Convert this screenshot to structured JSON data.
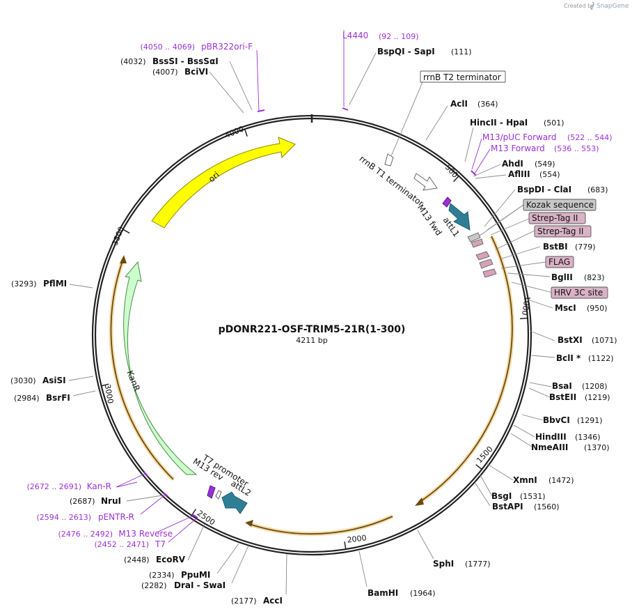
{
  "credit": {
    "text": "Created by",
    "brand": "SnapGene"
  },
  "plasmid": {
    "name": "pDONR221-OSF-TRIM5-21R(1-300)",
    "size_label": "4211 bp",
    "length": 4211
  },
  "colors": {
    "primer": "#9b30d9",
    "ori": "#ffff00",
    "kanr": "#ccffcc",
    "att": "#2e7f96",
    "tag": "#d4a3b8",
    "orf": "#e6a640",
    "gray_tag": "#c8c8c8"
  },
  "ticks": [
    "500",
    "1000",
    "1500",
    "2000",
    "2500",
    "3000",
    "3500",
    "4000"
  ],
  "sites": [
    {
      "name": "BspQI  -  SapI",
      "pos": "(111)"
    },
    {
      "name": "AclI",
      "pos": "(364)"
    },
    {
      "name": "HincII  -  HpaI",
      "pos": "(501)"
    },
    {
      "name": "AhdI",
      "pos": "(549)"
    },
    {
      "name": "AflIII",
      "pos": "(554)"
    },
    {
      "name": "BspDI  -  ClaI",
      "pos": "(683)"
    },
    {
      "name": "BstBI",
      "pos": "(779)"
    },
    {
      "name": "BglII",
      "pos": "(823)"
    },
    {
      "name": "MscI",
      "pos": "(950)"
    },
    {
      "name": "BstXI",
      "pos": "(1071)"
    },
    {
      "name": "BclI *",
      "pos": "(1122)"
    },
    {
      "name": "BsaI",
      "pos": "(1208)"
    },
    {
      "name": "BstEII",
      "pos": "(1219)"
    },
    {
      "name": "BbvCI",
      "pos": "(1291)"
    },
    {
      "name": "HindIII",
      "pos": "(1346)"
    },
    {
      "name": "NmeAIII",
      "pos": "(1370)"
    },
    {
      "name": "XmnI",
      "pos": "(1472)"
    },
    {
      "name": "BsgI",
      "pos": "(1531)"
    },
    {
      "name": "BstAPI",
      "pos": "(1560)"
    },
    {
      "name": "SphI",
      "pos": "(1777)"
    },
    {
      "name": "BamHI",
      "pos": "(1964)"
    },
    {
      "name": "AccI",
      "pos": "(2177)"
    },
    {
      "name": "DraI  -  SwaI",
      "pos": "(2282)"
    },
    {
      "name": "PpuMI",
      "pos": "(2334)"
    },
    {
      "name": "EcoRV",
      "pos": "(2448)"
    },
    {
      "name": "NruI",
      "pos": "(2687)"
    },
    {
      "name": "BsrFI",
      "pos": "(2984)"
    },
    {
      "name": "AsiSI",
      "pos": "(3030)"
    },
    {
      "name": "PflMI",
      "pos": "(3293)"
    },
    {
      "name": "BciVI",
      "pos": "(4007)"
    },
    {
      "name": "BssSI  -  BssSαI",
      "pos": "(4032)"
    }
  ],
  "primers": [
    {
      "name": "L4440",
      "range": "(92 .. 109)"
    },
    {
      "name": "M13/pUC Forward",
      "range": "(522 .. 544)"
    },
    {
      "name": "M13 Forward",
      "range": "(536 .. 553)"
    },
    {
      "name": "T7",
      "range": "(2452 .. 2471)"
    },
    {
      "name": "M13 Reverse",
      "range": "(2476 .. 2492)"
    },
    {
      "name": "pENTR-R",
      "range": "(2594 .. 2613)"
    },
    {
      "name": "Kan-R",
      "range": "(2672 .. 2691)"
    },
    {
      "name": "pBR322ori-F",
      "range": "(4050 .. 4069)"
    }
  ],
  "boxed_features": {
    "rrnb_t2": "rrnB T2 terminator",
    "kozak": "Kozak sequence",
    "strep1": "Strep-Tag II",
    "strep2": "Strep-Tag II",
    "flag": "FLAG",
    "hrv": "HRV 3C site"
  },
  "map_features": {
    "ori": "ori",
    "kanr": "KanR",
    "rrnb_t1": "rrnB T1 terminator",
    "m13_fwd": "M13 fwd",
    "attl1": "attL1",
    "t7_promoter": "T7 promoter",
    "m13_rev": "M13 rev",
    "attl2": "attL2"
  }
}
